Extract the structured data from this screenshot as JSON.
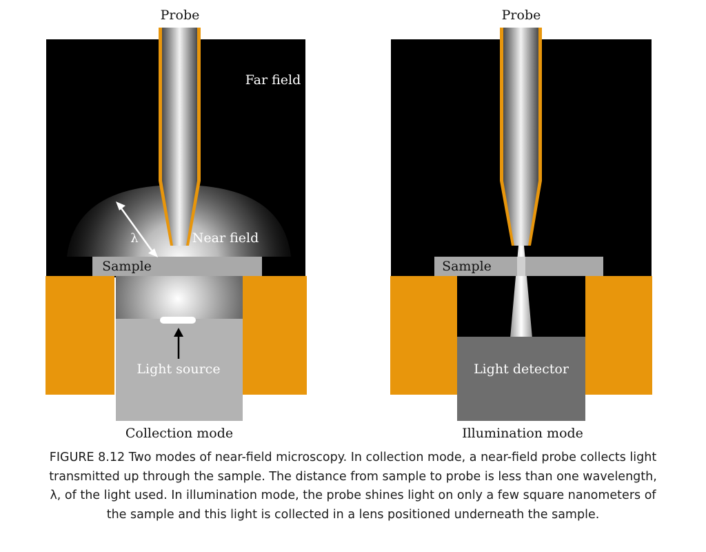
{
  "panels": {
    "collection": {
      "probe_label": "Probe",
      "far_field_label": "Far field",
      "near_field_label": "Near field",
      "wavelength_symbol": "λ",
      "sample_label": "Sample",
      "source_label": "Light source",
      "mode_label": "Collection mode"
    },
    "illumination": {
      "probe_label": "Probe",
      "sample_label": "Sample",
      "detector_label": "Light detector",
      "mode_label": "Illumination mode"
    }
  },
  "caption": {
    "number": "FIGURE 8.12",
    "text": "Two modes of near-field microscopy. In collection mode, a near-field probe collects light transmitted up through the sample. The distance from sample to probe is less than one wavelength, λ, of the light used. In illumination mode, the probe shines light on only a few square nanometers of the sample and this light is collected in a lens positioned underneath the sample."
  },
  "colors": {
    "background": "#000000",
    "housing": "#e8960c",
    "sample": "#a9a9a9",
    "source_block": "#b3b3b3",
    "detector_block": "#6e6e6e"
  }
}
